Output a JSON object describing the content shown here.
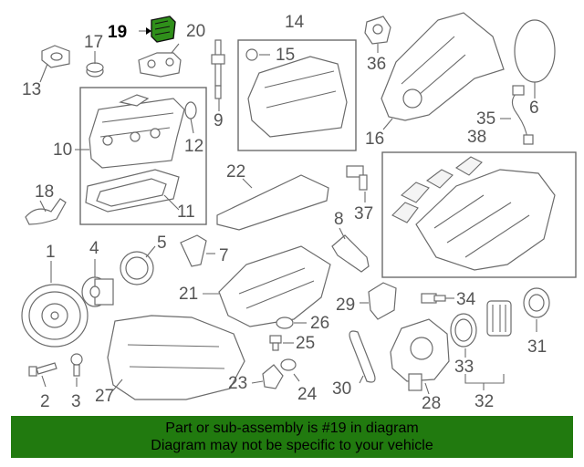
{
  "callouts": {
    "c1": "1",
    "c2": "2",
    "c3": "3",
    "c4": "4",
    "c5": "5",
    "c6": "6",
    "c7": "7",
    "c8": "8",
    "c9": "9",
    "c10": "10",
    "c11": "11",
    "c12": "12",
    "c13": "13",
    "c14": "14",
    "c15": "15",
    "c16": "16",
    "c17": "17",
    "c18": "18",
    "c19": "19",
    "c20": "20",
    "c21": "21",
    "c22": "22",
    "c23": "23",
    "c24": "24",
    "c25": "25",
    "c26": "26",
    "c27": "27",
    "c28": "28",
    "c29": "29",
    "c30": "30",
    "c31": "31",
    "c32": "32",
    "c33": "33",
    "c34": "34",
    "c35": "35",
    "c36": "36",
    "c37": "37",
    "c38": "38"
  },
  "highlighted_part": "19",
  "colors": {
    "banner_bg": "#217a0f",
    "highlight_part": "#2f8f1a",
    "line": "#6b6b6b"
  },
  "banner": {
    "line1": "Part or sub-assembly is #19 in diagram",
    "line2": "Diagram may not be specific to your vehicle"
  }
}
